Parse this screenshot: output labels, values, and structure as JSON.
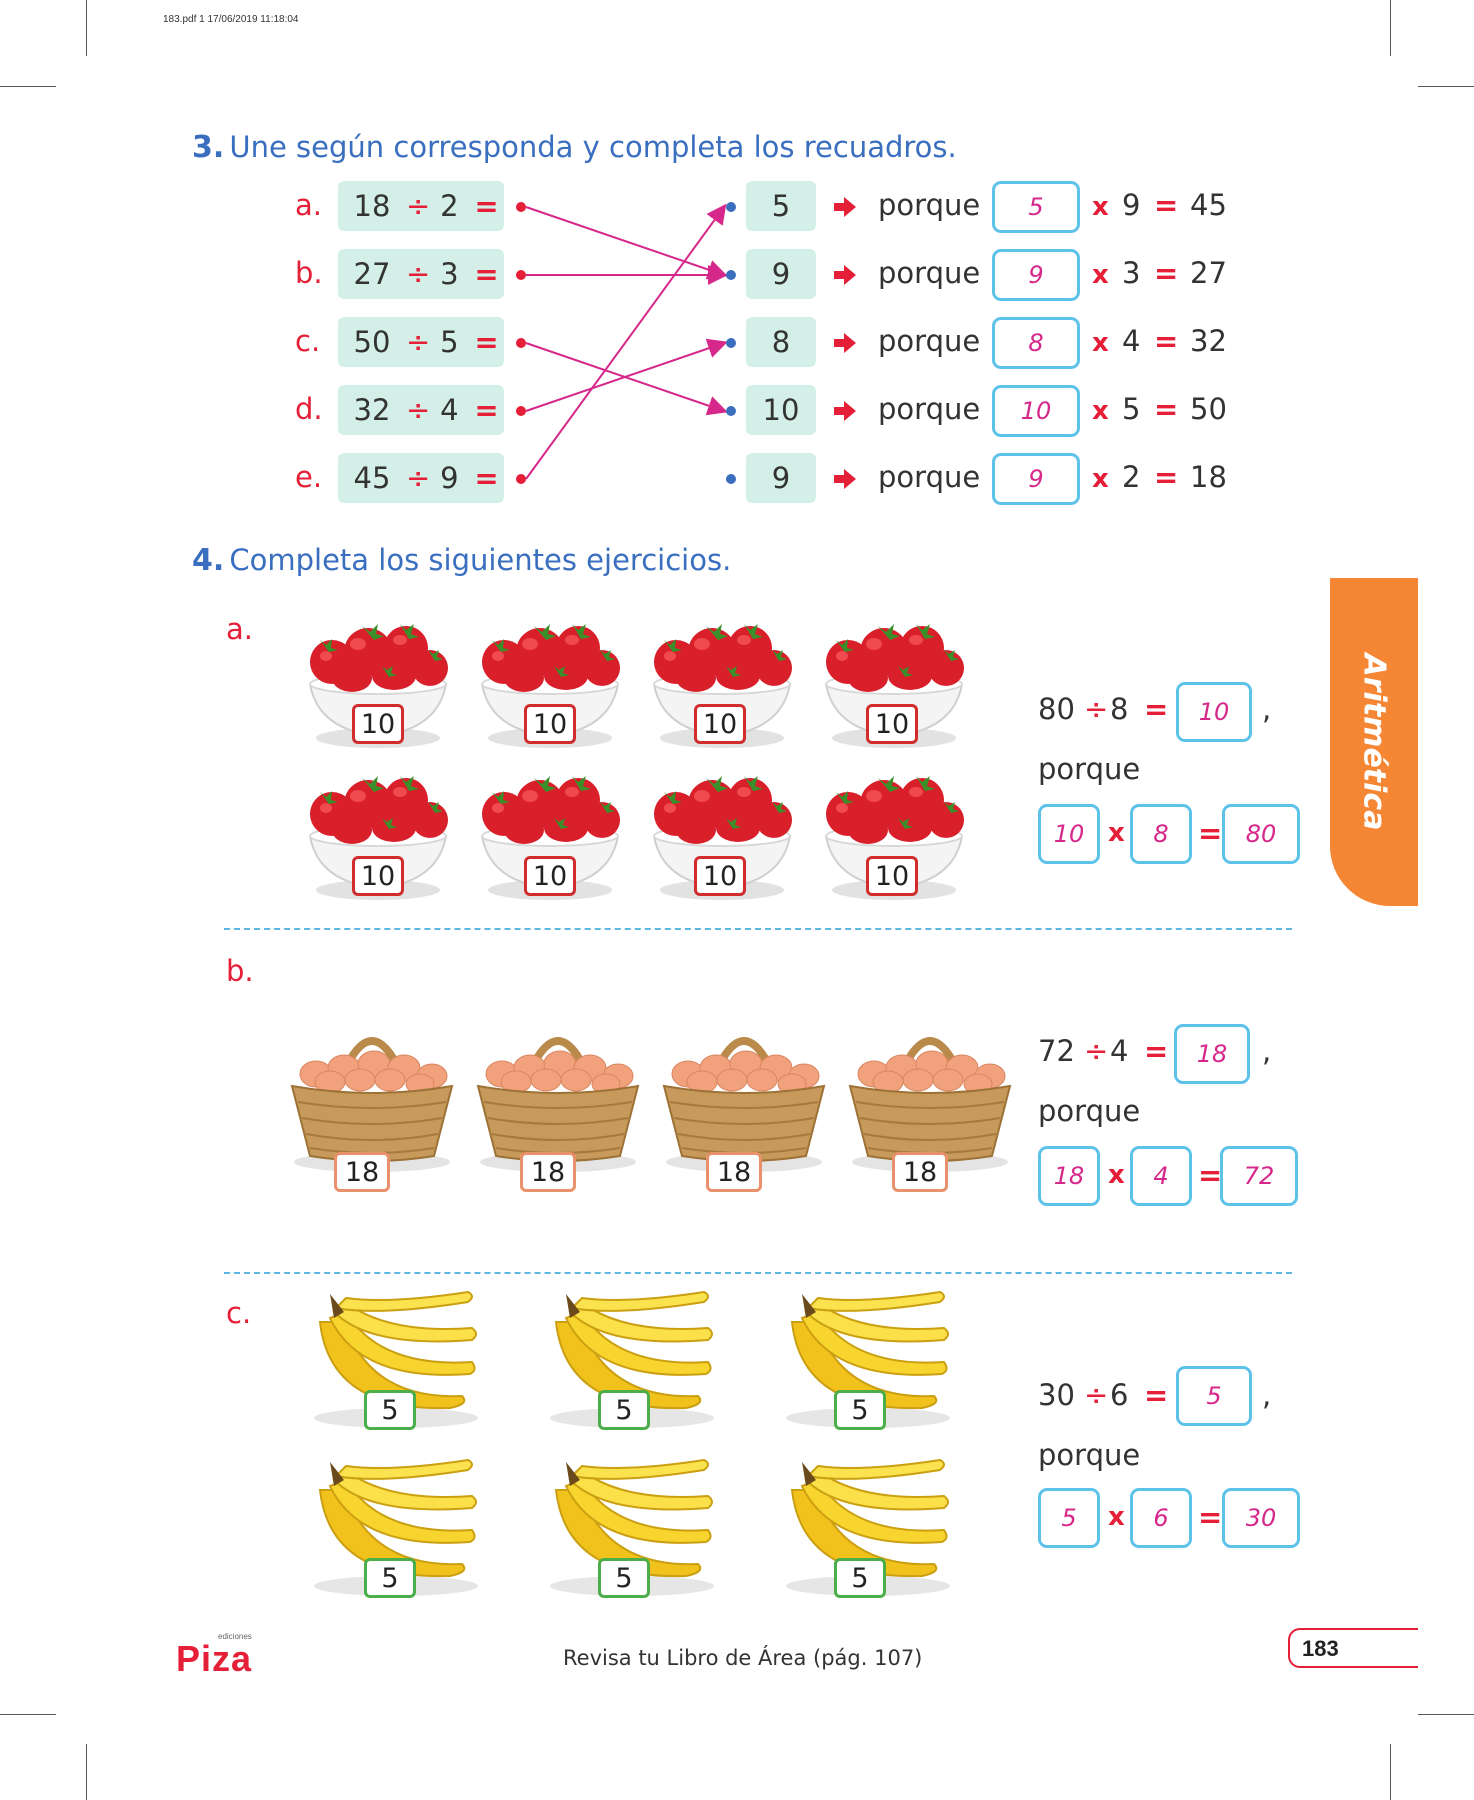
{
  "header": {
    "print_info": "183.pdf  1  17/06/2019  11:18:04"
  },
  "ex3": {
    "number": "3.",
    "title": "Une según corresponda y completa los recuadros.",
    "porque": "porque",
    "rows": [
      {
        "label": "a.",
        "a": "18",
        "b": "2",
        "result": "5",
        "answer": "5",
        "factor": "9",
        "product": "45"
      },
      {
        "label": "b.",
        "a": "27",
        "b": "3",
        "result": "9",
        "answer": "9",
        "factor": "3",
        "product": "27"
      },
      {
        "label": "c.",
        "a": "50",
        "b": "5",
        "result": "8",
        "answer": "8",
        "factor": "4",
        "product": "32"
      },
      {
        "label": "d.",
        "a": "32",
        "b": "4",
        "result": "10",
        "answer": "10",
        "factor": "5",
        "product": "50"
      },
      {
        "label": "e.",
        "a": "45",
        "b": "9",
        "result": "9",
        "answer": "9",
        "factor": "2",
        "product": "18"
      }
    ],
    "connections": [
      [
        0,
        1
      ],
      [
        1,
        1
      ],
      [
        2,
        3
      ],
      [
        3,
        2
      ],
      [
        4,
        0
      ]
    ]
  },
  "ex4": {
    "number": "4.",
    "title": "Completa los siguientes ejercicios.",
    "symbols": {
      "div": "÷",
      "eq": "=",
      "times": "x",
      "comma": ","
    },
    "a": {
      "label": "a.",
      "bowl_value": "10",
      "dividend": "80",
      "divisor": "8",
      "quotient": "10",
      "porque": "porque",
      "m1": "10",
      "m2": "8",
      "product": "80"
    },
    "b": {
      "label": "b.",
      "basket_value": "18",
      "dividend": "72",
      "divisor": "4",
      "quotient": "18",
      "porque": "porque",
      "m1": "18",
      "m2": "4",
      "product": "72"
    },
    "c": {
      "label": "c.",
      "banana_value": "5",
      "dividend": "30",
      "divisor": "6",
      "quotient": "5",
      "porque": "porque",
      "m1": "5",
      "m2": "6",
      "product": "30"
    }
  },
  "side_tab": {
    "label": "Aritmética"
  },
  "footer": {
    "brand": "Piza",
    "brand_small": "ediciones",
    "note": "Revisa tu Libro de Área (pág. 107)",
    "page": "183"
  },
  "colors": {
    "heading": "#3a6fc0",
    "accent_red": "#e41f37",
    "line": "#d6278a",
    "answer_border": "#5cc2e8",
    "tab": "#f58634"
  }
}
